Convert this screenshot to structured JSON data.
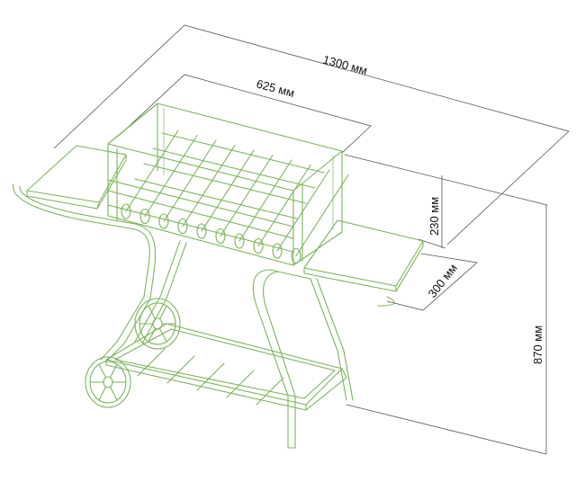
{
  "dimensions": {
    "total_width": "1300 мм",
    "grill_width": "625 мм",
    "grill_height": "230 мм",
    "table_depth": "300 мм",
    "total_height": "870 мм"
  },
  "colors": {
    "drawing": "#7cb35c",
    "dimension_lines": "#555555"
  }
}
